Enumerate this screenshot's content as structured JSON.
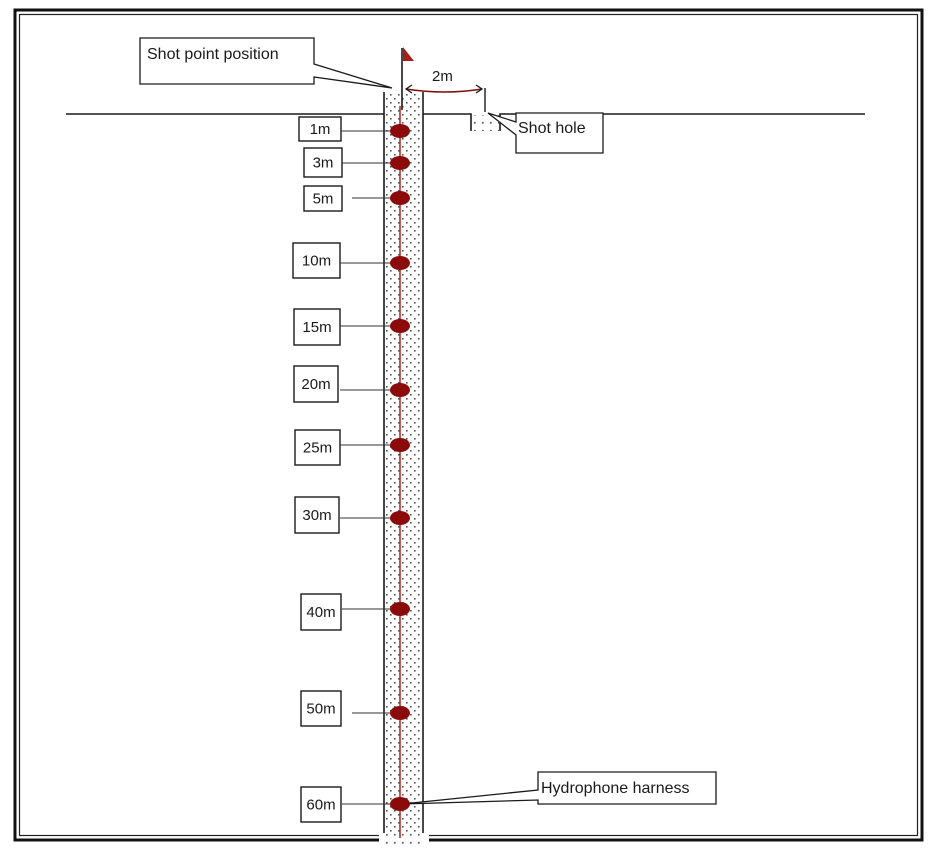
{
  "diagram": {
    "title": "Borehole hydrophone harness layout",
    "colors": {
      "line": "#1a1a1a",
      "harness": "#b03030",
      "hydrophone": "#8b0a0a",
      "flag": "#a5201a",
      "fill_dots": "#555555"
    },
    "callouts": {
      "shot_point": "Shot point position",
      "shot_hole": "Shot hole",
      "harness": "Hydrophone harness"
    },
    "offset_label": "2m",
    "offset_value_m": 2,
    "depths": [
      {
        "label": "1m",
        "depth_m": 1
      },
      {
        "label": "3m",
        "depth_m": 3
      },
      {
        "label": "5m",
        "depth_m": 5
      },
      {
        "label": "10m",
        "depth_m": 10
      },
      {
        "label": "15m",
        "depth_m": 15
      },
      {
        "label": "20m",
        "depth_m": 20
      },
      {
        "label": "25m",
        "depth_m": 25
      },
      {
        "label": "30m",
        "depth_m": 30
      },
      {
        "label": "40m",
        "depth_m": 40
      },
      {
        "label": "50m",
        "depth_m": 50
      },
      {
        "label": "60m",
        "depth_m": 60
      }
    ]
  }
}
